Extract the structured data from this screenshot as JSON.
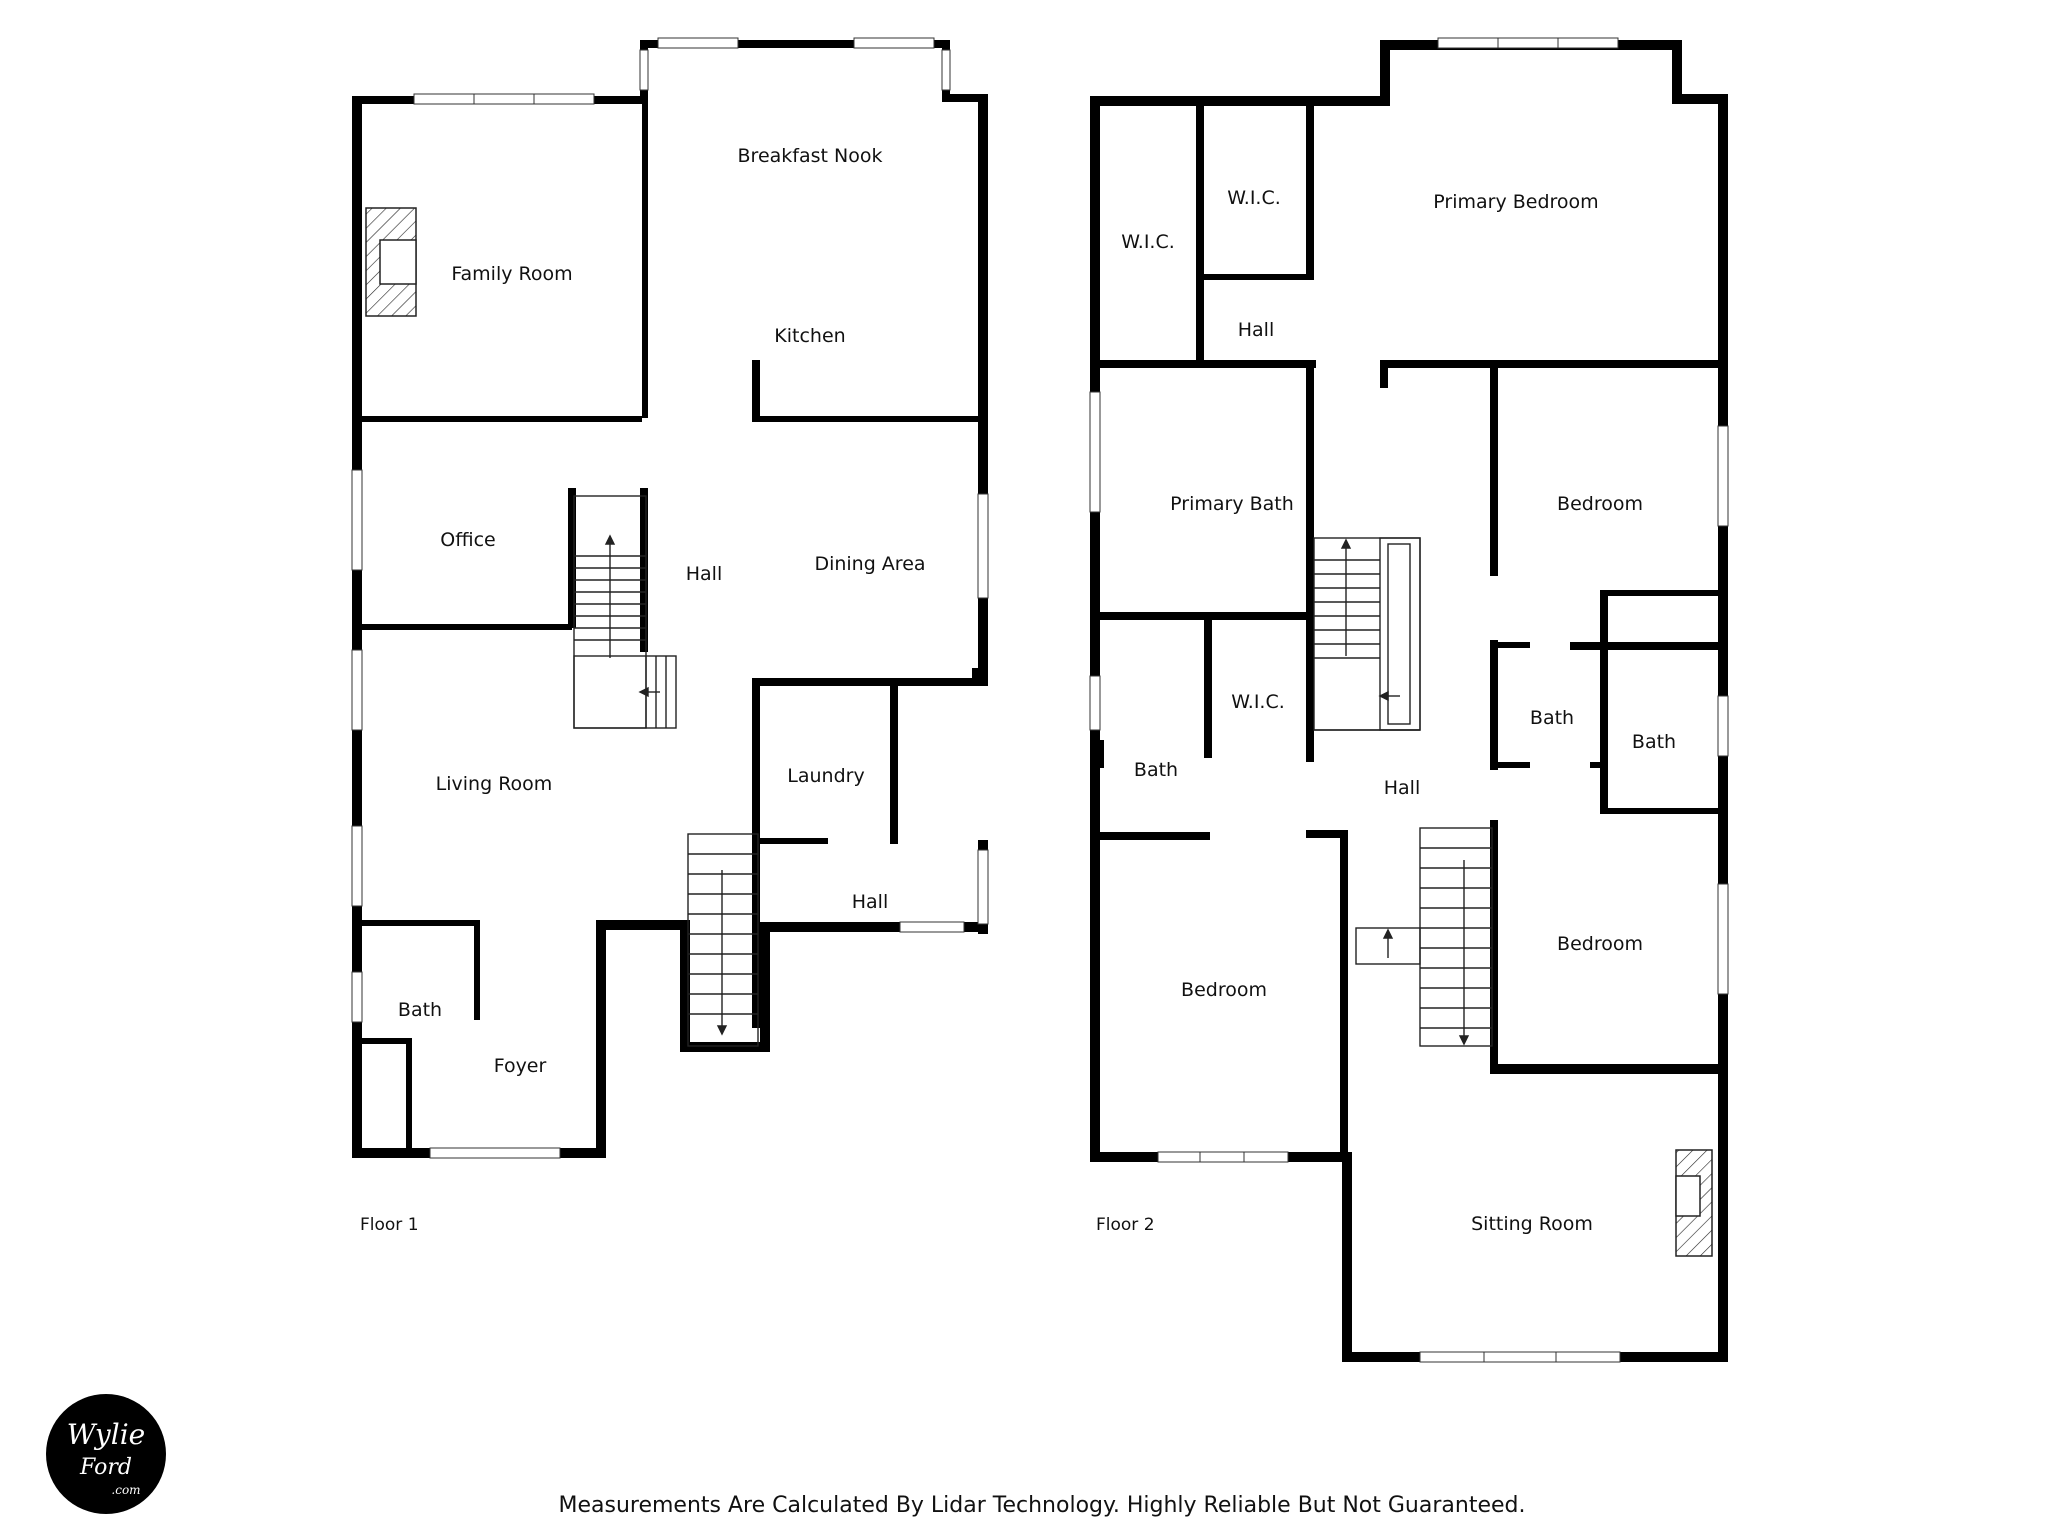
{
  "floors": [
    {
      "label": "Floor 1",
      "rooms": [
        {
          "name": "Family Room"
        },
        {
          "name": "Breakfast Nook"
        },
        {
          "name": "Kitchen"
        },
        {
          "name": "Office"
        },
        {
          "name": "Hall"
        },
        {
          "name": "Dining Area"
        },
        {
          "name": "Living Room"
        },
        {
          "name": "Laundry"
        },
        {
          "name": "Hall"
        },
        {
          "name": "Bath"
        },
        {
          "name": "Foyer"
        }
      ]
    },
    {
      "label": "Floor 2",
      "rooms": [
        {
          "name": "W.I.C."
        },
        {
          "name": "W.I.C."
        },
        {
          "name": "Primary Bedroom"
        },
        {
          "name": "Hall"
        },
        {
          "name": "Primary Bath"
        },
        {
          "name": "Bedroom"
        },
        {
          "name": "W.I.C."
        },
        {
          "name": "Bath"
        },
        {
          "name": "Bath"
        },
        {
          "name": "Bath"
        },
        {
          "name": "Hall"
        },
        {
          "name": "Bedroom"
        },
        {
          "name": "Bedroom"
        },
        {
          "name": "Sitting Room"
        }
      ]
    }
  ],
  "disclaimer": "Measurements Are Calculated By Lidar Technology. Highly Reliable But Not Guaranteed.",
  "logo": {
    "text": "Wylie Ford .com",
    "icon": "wylie-ford-logo"
  },
  "colors": {
    "wall": "#000000",
    "background": "#ffffff",
    "text": "#111111"
  }
}
